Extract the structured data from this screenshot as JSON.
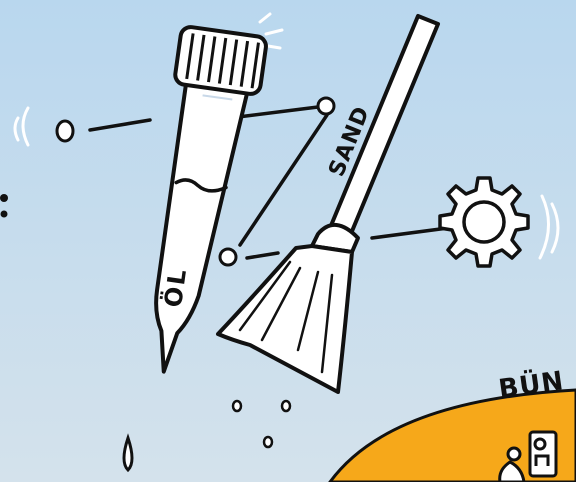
{
  "labels": {
    "sand": "SAND",
    "oel": "ÖL",
    "buen": "BÜN"
  },
  "icons": [
    "test-tube-icon",
    "broom-icon",
    "gear-icon",
    "dot-icon",
    "drop-icon",
    "person-at-door-icon"
  ],
  "colors": {
    "sky_top": "#b9d7ee",
    "sky_bottom": "#d2e2ee",
    "ink": "#111111",
    "white": "#ffffff",
    "sun_orange": "#f6a81a"
  }
}
